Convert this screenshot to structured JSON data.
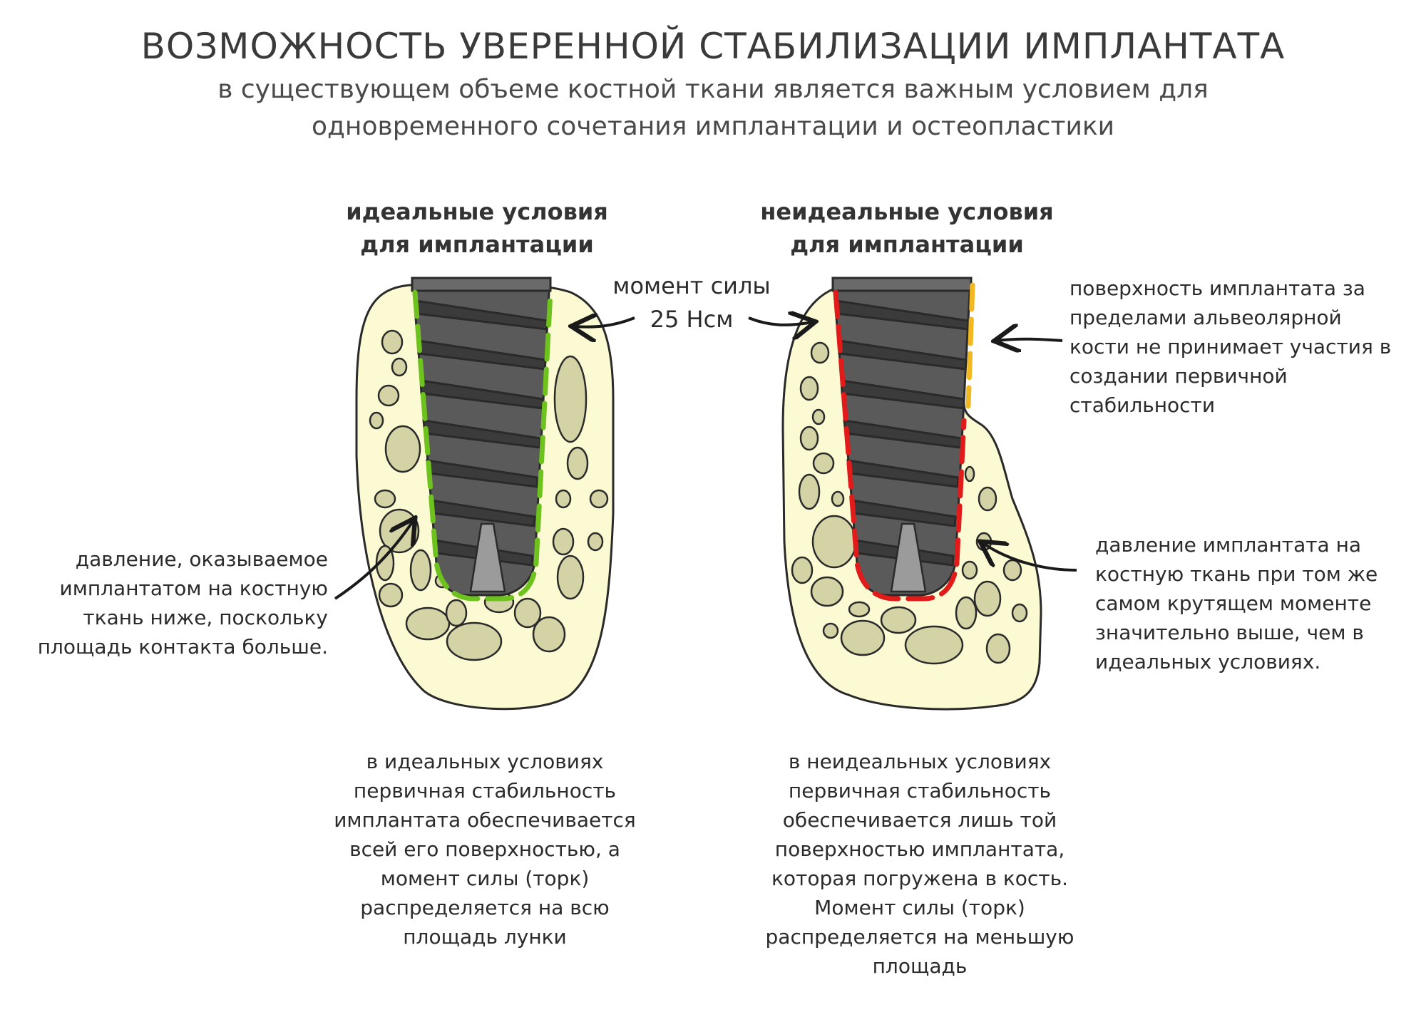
{
  "header": {
    "title": "ВОЗМОЖНОСТЬ УВЕРЕННОЙ СТАБИЛИЗАЦИИ ИМПЛАНТАТА",
    "subtitle_line1": "в существующем объеме костной ткани является важным условием для",
    "subtitle_line2": "одновременного сочетания имплантации и остеопластики"
  },
  "panels": {
    "ideal": {
      "heading_line1": "идеальные условия",
      "heading_line2": "для имплантации",
      "side_lines": [
        "давление, оказываемое",
        "имплантатом на костную",
        "ткань ниже, поскольку",
        "площадь контакта больше."
      ],
      "caption_lines": [
        "в идеальных условиях",
        "первичная стабильность",
        "имплантата обеспечивается",
        "всей его поверхностью, а",
        "момент силы (торк)",
        "распределяется на всю",
        "площадь лунки"
      ],
      "contact_color": "#6ec21e"
    },
    "nonideal": {
      "heading_line1": "неидеальные условия",
      "heading_line2": "для имплантации",
      "top_lines": [
        "поверхность имплантата за",
        "пределами альвеолярной",
        "кости не принимает участия в",
        "создании первичной",
        "стабильности"
      ],
      "side_lines": [
        "давление имплантата на",
        "костную ткань при том же",
        "самом крутящем моменте",
        "значительно выше, чем в",
        "идеальных условиях."
      ],
      "caption_lines": [
        "в неидеальных условиях",
        "первичная стабильность",
        "обеспечивается лишь той",
        "поверхностью имплантата,",
        "которая погружена в кость.",
        "Момент силы (торк)",
        "распределяется на меньшую",
        "площадь"
      ],
      "contact_color": "#e11a1a",
      "exposed_color": "#f2b822"
    }
  },
  "torque": {
    "line1": "момент силы",
    "line2": "25 Нсм"
  },
  "colors": {
    "bone": "#fbfad2",
    "trabecula": "#d4d3a6",
    "implant": "#5a5a5a",
    "implant_dark": "#3b3b3b",
    "apex": "#9b9b9b"
  }
}
